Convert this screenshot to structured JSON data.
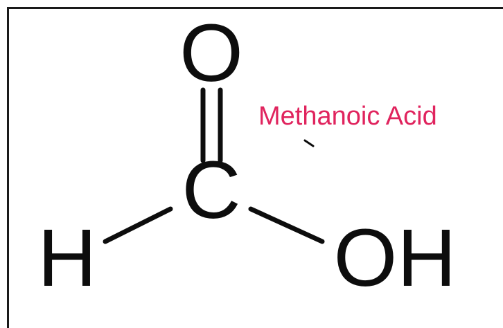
{
  "molecule": {
    "atoms": {
      "oxygen_top": "O",
      "carbon": "C",
      "hydrogen": "H",
      "hydroxyl": "OH"
    },
    "bonds": [
      {
        "from": "C",
        "to": "O",
        "order": 2
      },
      {
        "from": "C",
        "to": "H",
        "order": 1
      },
      {
        "from": "C",
        "to": "OH",
        "order": 1
      }
    ]
  },
  "annotation": {
    "label": "Methanoic Acid",
    "color": "#e0245e"
  }
}
